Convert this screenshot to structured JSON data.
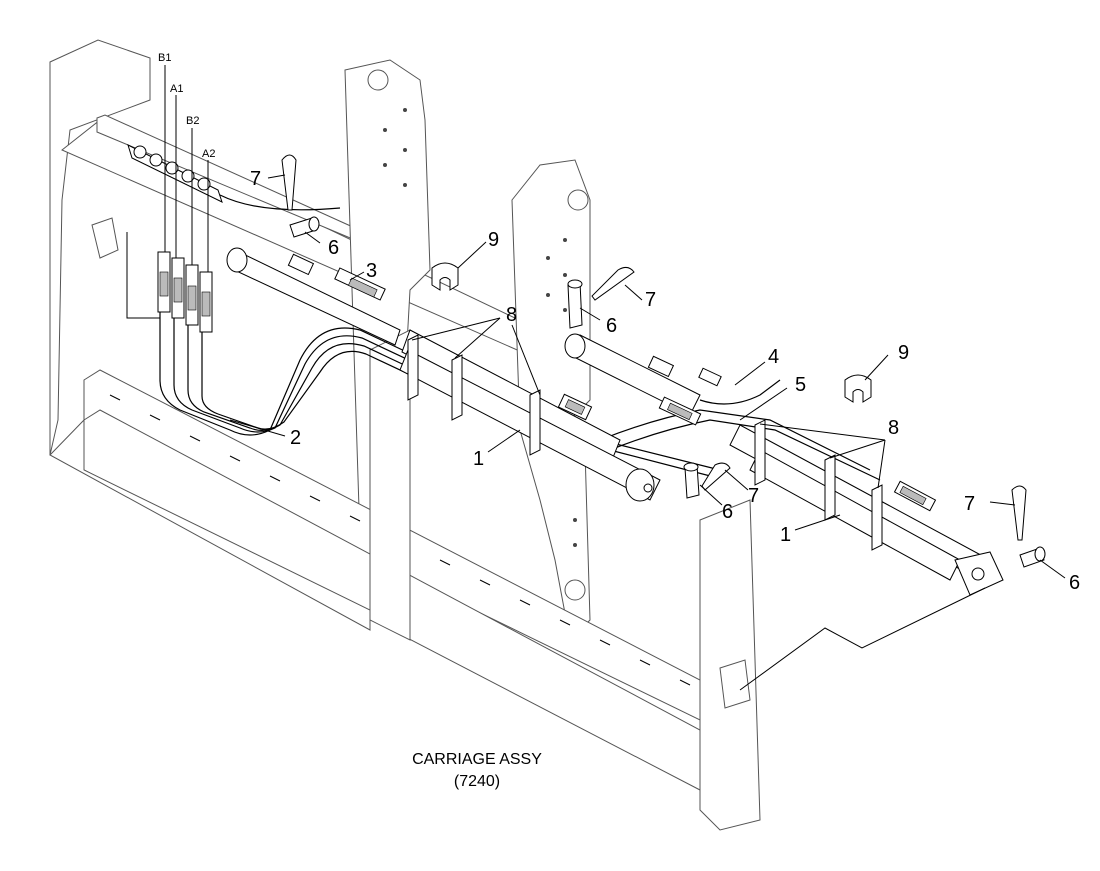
{
  "caption": {
    "title": "CARRIAGE ASSY",
    "part_number": "(7240)"
  },
  "port_labels": [
    "B1",
    "A1",
    "B2",
    "A2"
  ],
  "callouts": {
    "c1a": "1",
    "c1b": "1",
    "c2": "2",
    "c3": "3",
    "c4": "4",
    "c5": "5",
    "c6a": "6",
    "c6b": "6",
    "c6c": "6",
    "c6d": "6",
    "c7a": "7",
    "c7b": "7",
    "c7c": "7",
    "c7d": "7",
    "c8a": "8",
    "c8b": "8",
    "c9a": "9",
    "c9b": "9"
  }
}
